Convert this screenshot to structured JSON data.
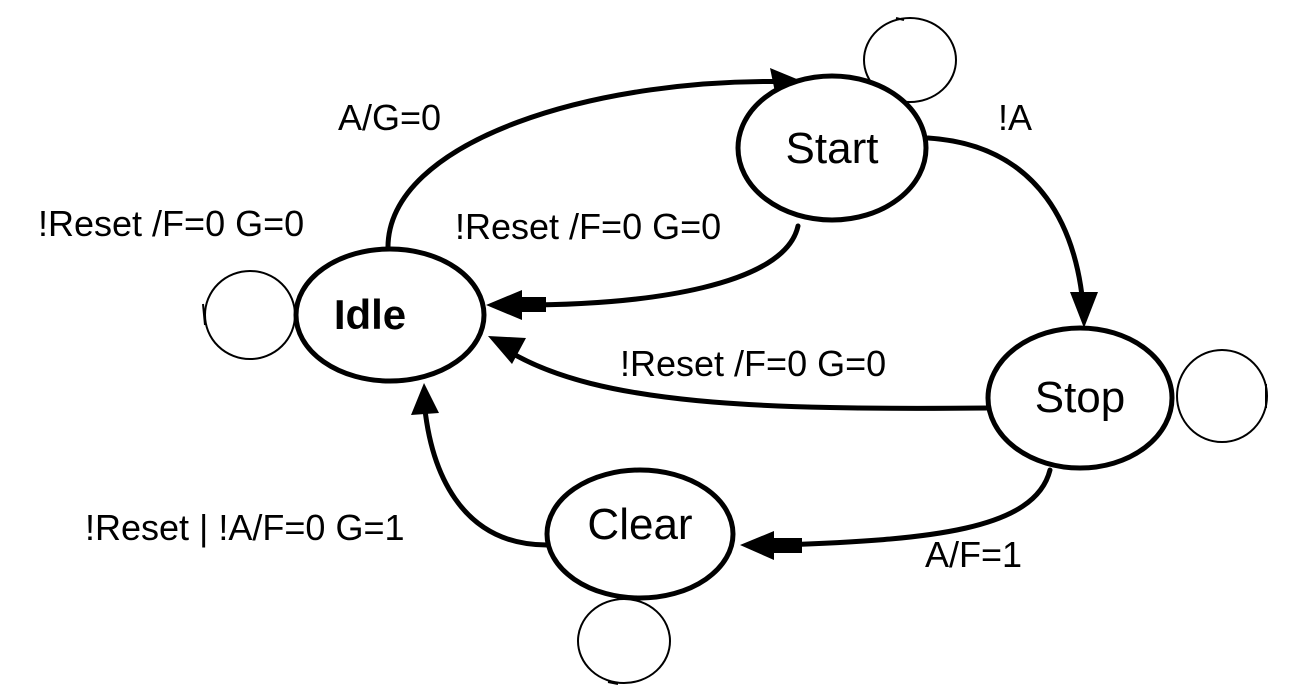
{
  "states": {
    "idle": "Idle",
    "start": "Start",
    "stop": "Stop",
    "clear": "Clear"
  },
  "transitions": {
    "idle_to_start": "A/G=0",
    "start_to_stop": "!A",
    "start_to_idle": "!Reset /F=0 G=0",
    "idle_self": "!Reset /F=0 G=0",
    "stop_to_idle": "!Reset /F=0 G=0",
    "stop_to_clear": "A/F=1",
    "clear_to_idle": "!Reset | !A/F=0 G=1"
  },
  "colors": {
    "stroke": "#000000",
    "background": "#ffffff"
  }
}
